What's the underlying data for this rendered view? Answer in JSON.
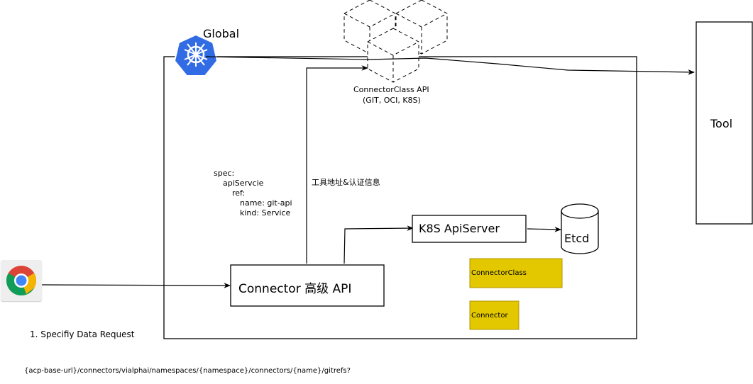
{
  "global_label": "Global",
  "connector_class_api": {
    "line1": "ConnectorClass API",
    "line2": "(GIT, OCI, K8S)"
  },
  "tool_label": "Tool",
  "spec_text": {
    "line1": "spec:",
    "line2": "apiServcie",
    "line3": "ref:",
    "line4": "name: git-api",
    "line5": "kind: Service"
  },
  "tool_address_label": "工具地址&认证信息",
  "k8s_apiserver_label": "K8S ApiServer",
  "etcd_label": "Etcd",
  "connector_class_label": "ConnectorClass",
  "connector_label": "Connector",
  "connector_api_label": "Connector 高级 API",
  "step1_label": "1. Specifiy Data Request",
  "url_label": "{acp-base-url}/connectors/vialphai/namespaces/{namespace}/connectors/{name}/gitrefs?",
  "icons": {
    "kubernetes": "kubernetes-icon",
    "chrome": "chrome-icon",
    "cubes": "cubes-icon",
    "database": "database-icon"
  },
  "colors": {
    "kubernetes_blue": "#326ce5",
    "highlight_yellow": "#e3c800",
    "highlight_border": "#b09500"
  }
}
